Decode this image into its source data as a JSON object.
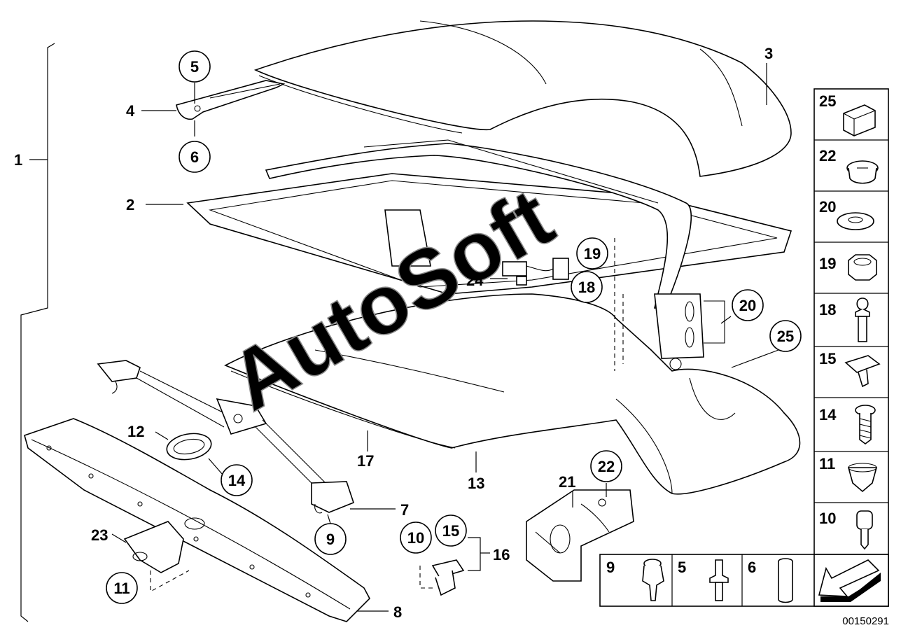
{
  "diagram": {
    "labels": {
      "l1": "1",
      "l2": "2",
      "l3": "3",
      "l4": "4",
      "l5": "5",
      "l6": "6",
      "l7": "7",
      "l8": "8",
      "l9": "9",
      "l10": "10",
      "l11": "11",
      "l12": "12",
      "l13": "13",
      "l14": "14",
      "l15": "15",
      "l16": "16",
      "l17": "17",
      "l18": "18",
      "l19": "19",
      "l20": "20",
      "l21": "21",
      "l22": "22",
      "l23": "23",
      "l24": "24",
      "l25": "25"
    },
    "parts_column": [
      "25",
      "22",
      "20",
      "19",
      "18",
      "15",
      "14",
      "11",
      "10"
    ],
    "parts_row": [
      "9",
      "5",
      "6"
    ],
    "watermark": "AutoSoft",
    "doc_number": "00150291"
  }
}
